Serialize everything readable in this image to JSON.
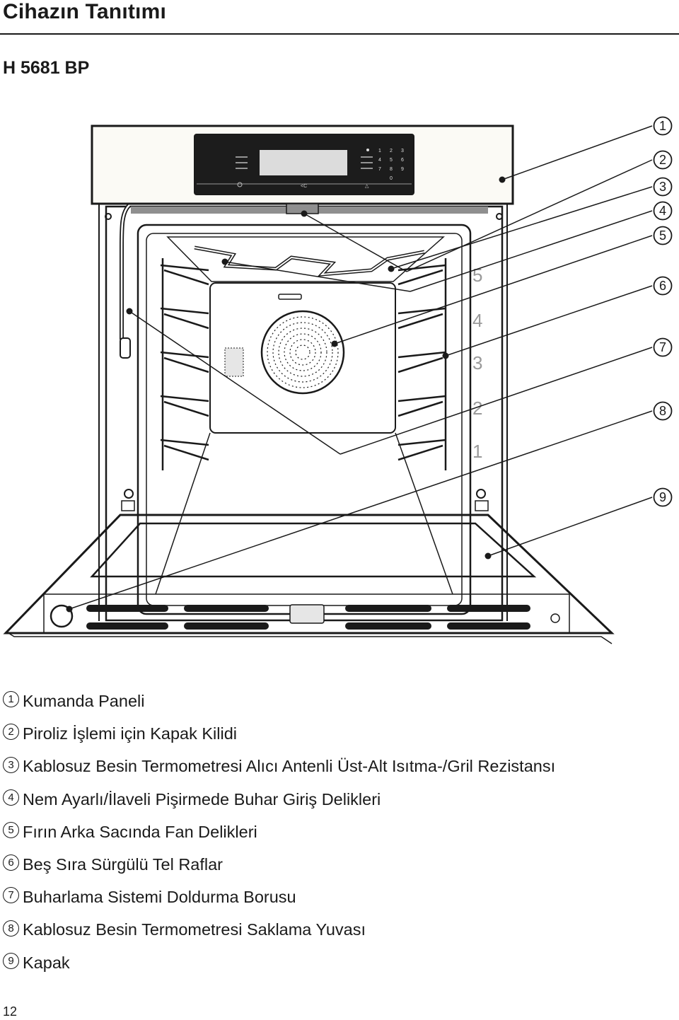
{
  "header": {
    "title": "Cihazın Tanıtımı",
    "model": "H 5681 BP"
  },
  "diagram": {
    "callouts": [
      "1",
      "2",
      "3",
      "4",
      "5",
      "6",
      "7",
      "8",
      "9"
    ],
    "rack_levels": [
      "5",
      "4",
      "3",
      "2",
      "1"
    ],
    "control_panel": {
      "keypad": [
        "1",
        "2",
        "3",
        "4",
        "5",
        "6",
        "7",
        "8",
        "9",
        "0"
      ]
    }
  },
  "legend": [
    {
      "num": "1",
      "text": "Kumanda Paneli"
    },
    {
      "num": "2",
      "text": "Piroliz İşlemi için Kapak Kilidi"
    },
    {
      "num": "3",
      "text": "Kablosuz Besin Termometresi Alıcı Antenli Üst-Alt Isıtma-/Gril Rezistansı"
    },
    {
      "num": "4",
      "text": "Nem Ayarlı/İlaveli Pişirmede Buhar Giriş Delikleri"
    },
    {
      "num": "5",
      "text": "Fırın Arka Sacında Fan Delikleri"
    },
    {
      "num": "6",
      "text": "Beş Sıra Sürgülü Tel Raflar"
    },
    {
      "num": "7",
      "text": "Buharlama Sistemi Doldurma Borusu"
    },
    {
      "num": "8",
      "text": "Kablosuz Besin Termometresi Saklama Yuvası"
    },
    {
      "num": "9",
      "text": "Kapak"
    }
  ],
  "footer": {
    "page_number": "12"
  }
}
